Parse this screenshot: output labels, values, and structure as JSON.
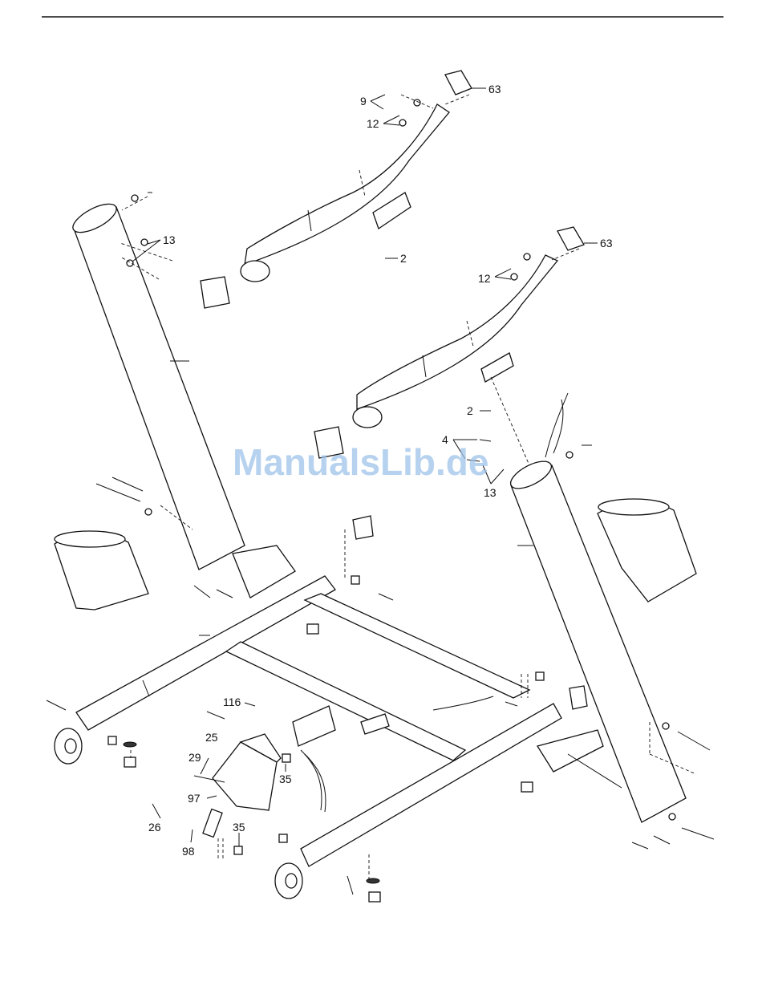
{
  "watermark": "ManualsLib.de",
  "callouts": {
    "c63a": "63",
    "c9": "9",
    "c12a": "12",
    "c13a": "13",
    "c2a": "2",
    "c63b": "63",
    "c12b": "12",
    "c2b": "2",
    "c4": "4",
    "c13b": "13",
    "c116": "116",
    "c25": "25",
    "c29": "29",
    "c97": "97",
    "c35a": "35",
    "c26": "26",
    "c35b": "35",
    "c98": "98"
  }
}
